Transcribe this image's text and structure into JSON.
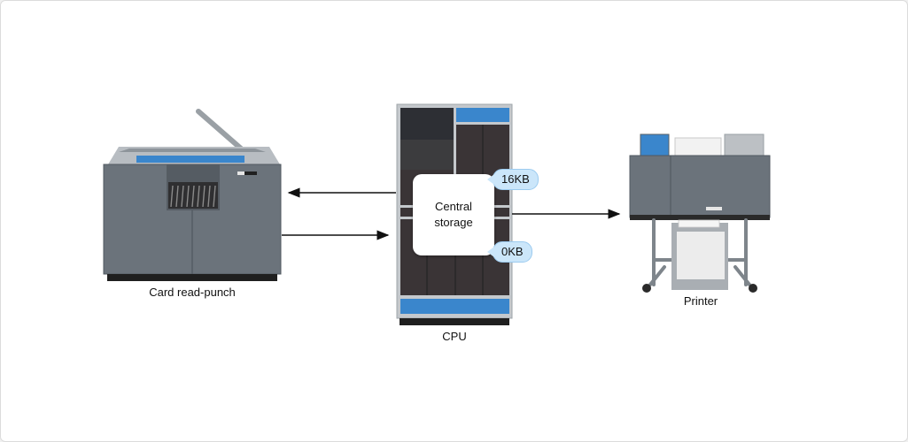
{
  "devices": {
    "card_reader": {
      "label": "Card read-punch"
    },
    "cpu": {
      "label": "CPU"
    },
    "printer": {
      "label": "Printer"
    }
  },
  "storage": {
    "line1": "Central",
    "line2": "storage",
    "top_marker": "16KB",
    "bottom_marker": "0KB"
  },
  "colors": {
    "machine_gray": "#6b737b",
    "accent_blue": "#3a86cc",
    "cpu_dark": "#3a3436",
    "callout_blue": "#cbe6fa"
  }
}
